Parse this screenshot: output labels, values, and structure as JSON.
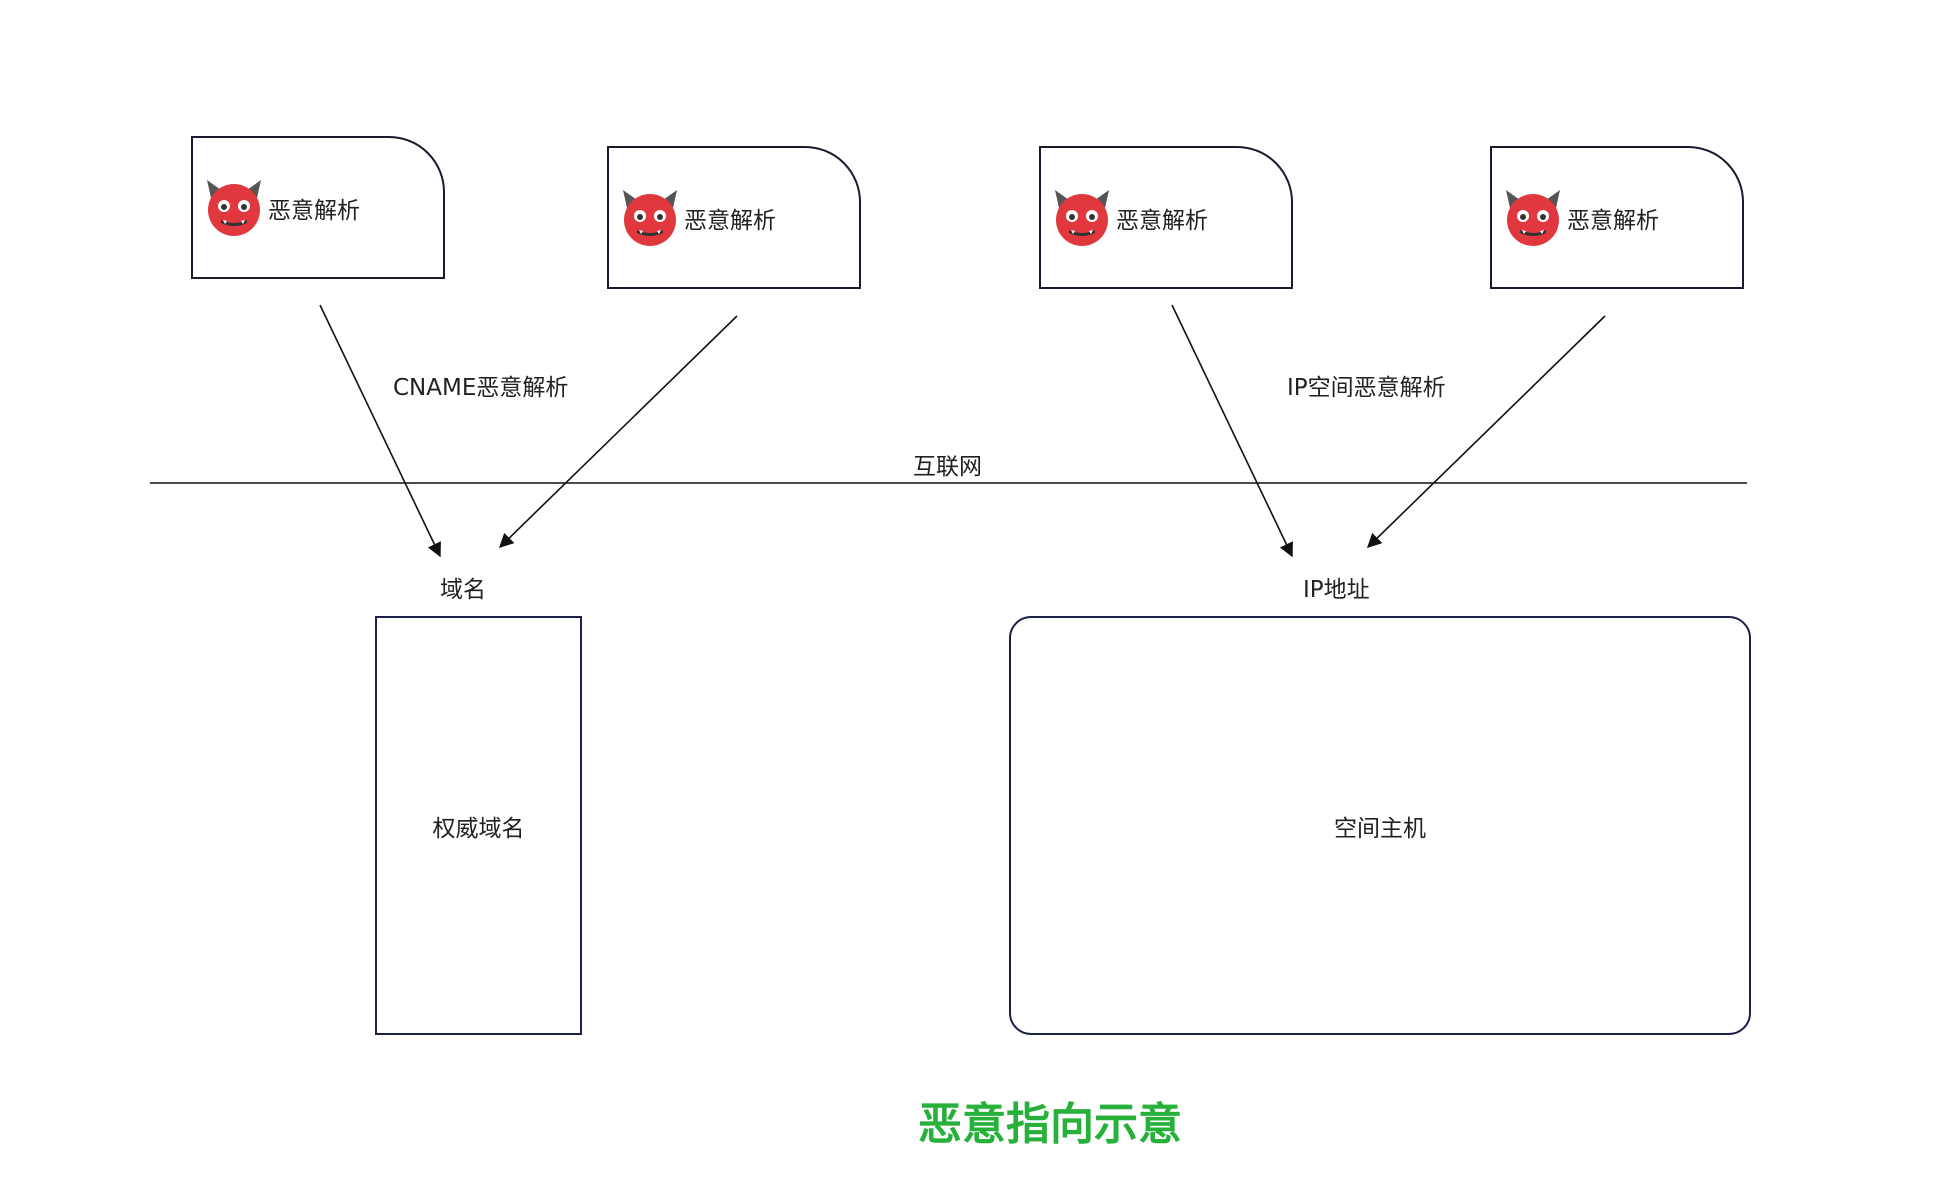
{
  "cards": [
    {
      "label": "恶意解析",
      "icon": "devil-face-icon"
    },
    {
      "label": "恶意解析",
      "icon": "devil-face-icon"
    },
    {
      "label": "恶意解析",
      "icon": "devil-face-icon"
    },
    {
      "label": "恶意解析",
      "icon": "devil-face-icon"
    }
  ],
  "labels": {
    "cname": "CNAME恶意解析",
    "ip_space": "IP空间恶意解析",
    "internet": "互联网",
    "domain": "域名",
    "ip_address": "IP地址"
  },
  "boxes": {
    "authoritative_domain": "权威域名",
    "space_host": "空间主机"
  },
  "caption": "恶意指向示意",
  "colors": {
    "devil_red": "#e0383e",
    "horn": "#555555",
    "caption_green": "#27b03a",
    "line": "#111111"
  }
}
